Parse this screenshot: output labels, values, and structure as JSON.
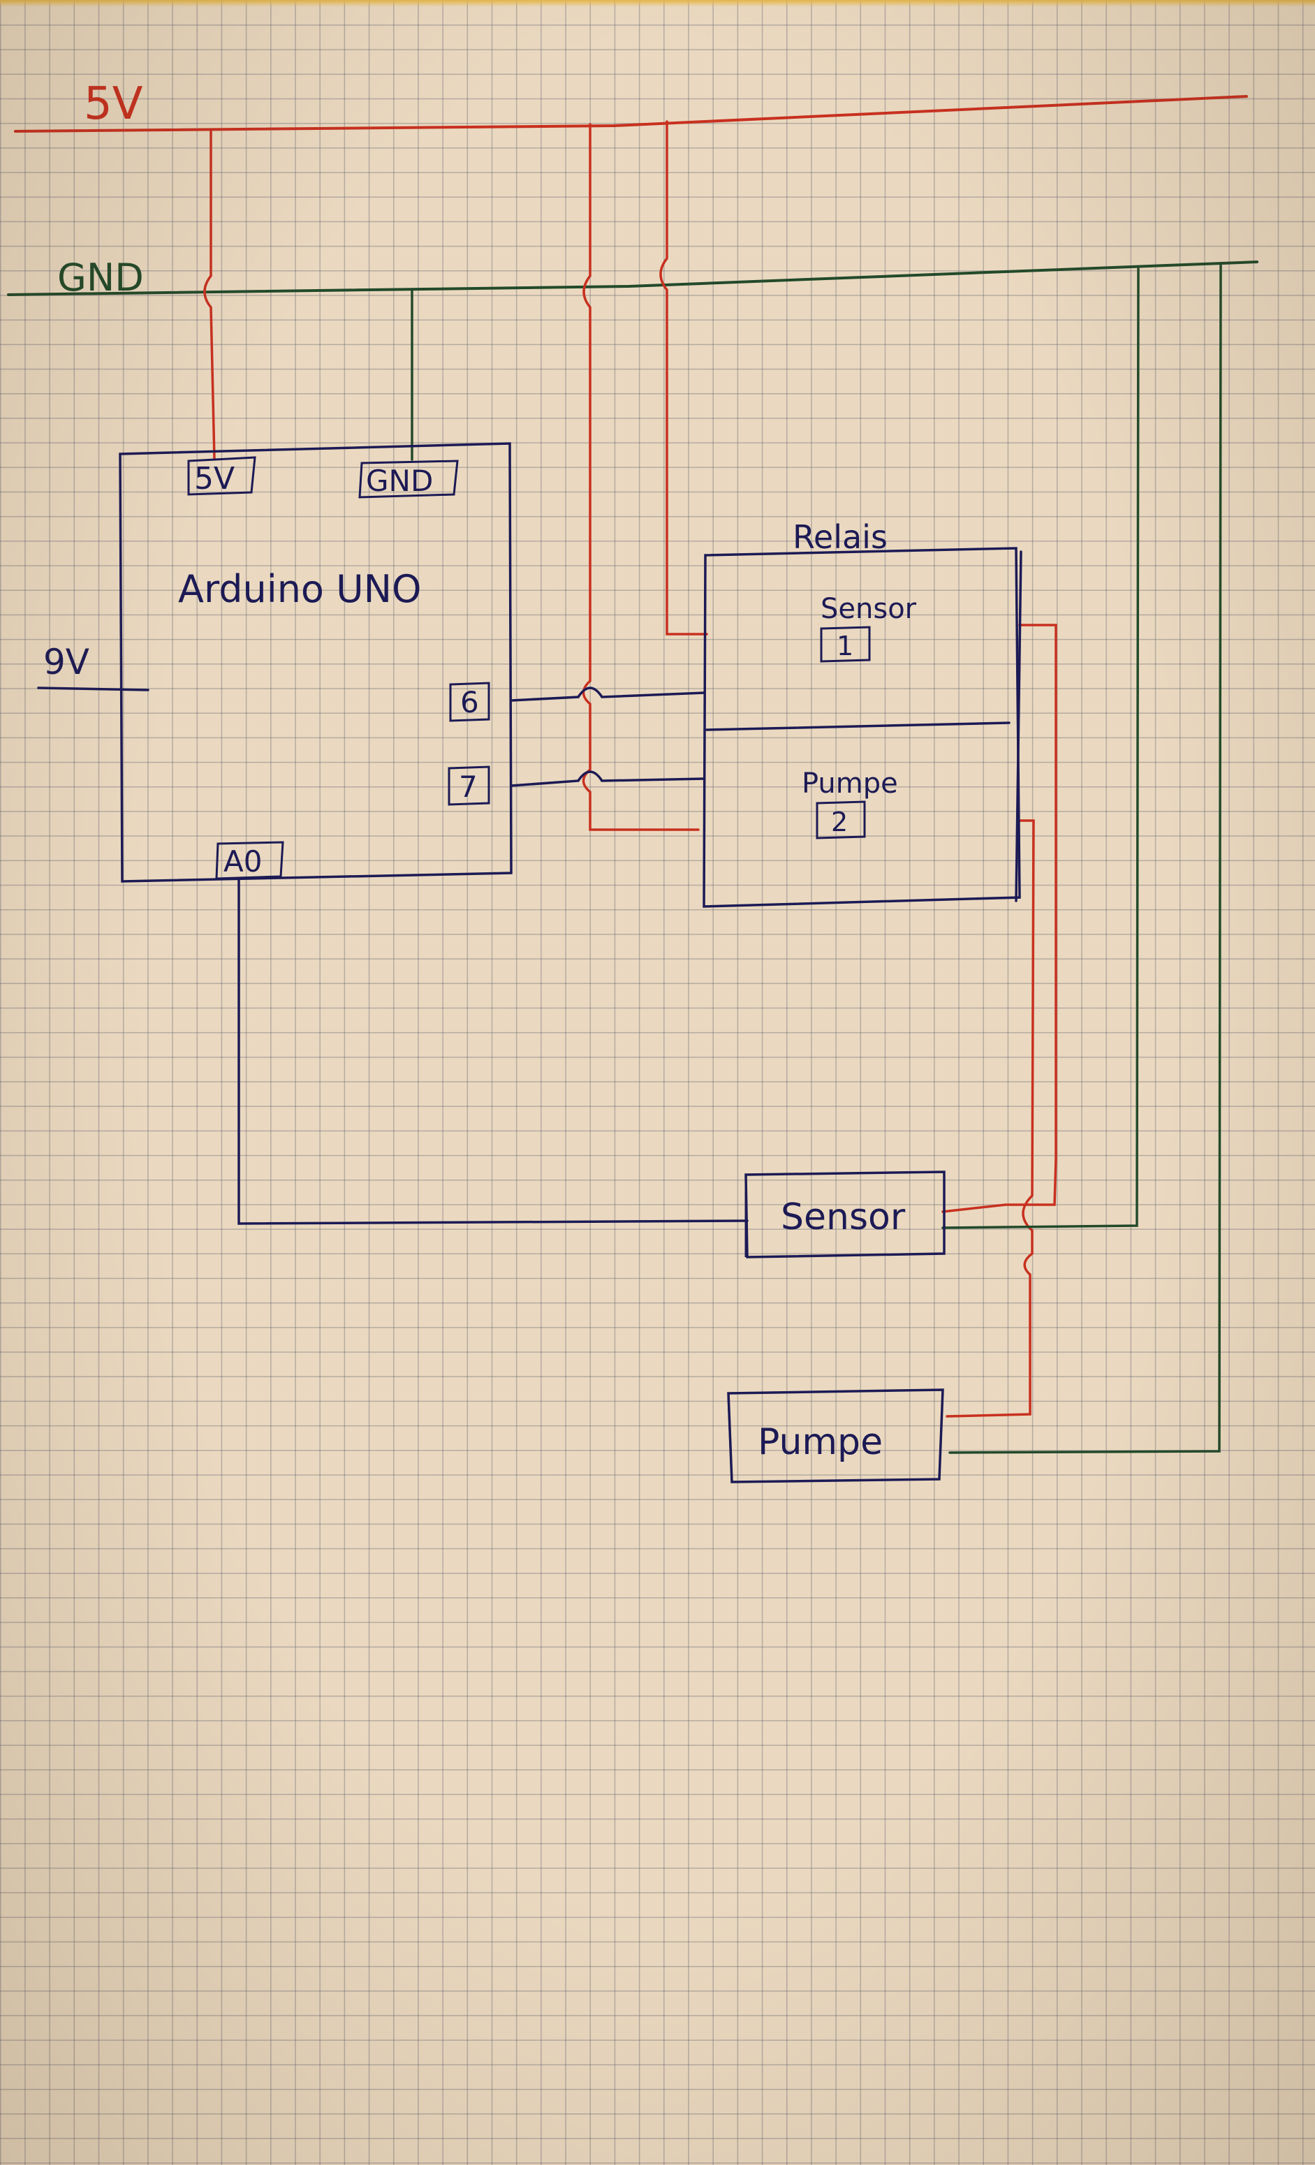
{
  "rails": {
    "vcc_label": "5V",
    "gnd_label": "GND",
    "input_label": "9V"
  },
  "arduino": {
    "title": "Arduino UNO",
    "pin_5v": "5V",
    "pin_gnd": "GND",
    "pin_6": "6",
    "pin_7": "7",
    "pin_a0": "A0"
  },
  "relay": {
    "title": "Relais",
    "ch1_name": "Sensor",
    "ch1_num": "1",
    "ch2_name": "Pumpe",
    "ch2_num": "2"
  },
  "sensor": {
    "label": "Sensor"
  },
  "pump": {
    "label": "Pumpe"
  },
  "colors": {
    "power": "#c8301f",
    "ground": "#224a2a",
    "signal": "#1c1a55",
    "paper": "#ead9c0"
  }
}
